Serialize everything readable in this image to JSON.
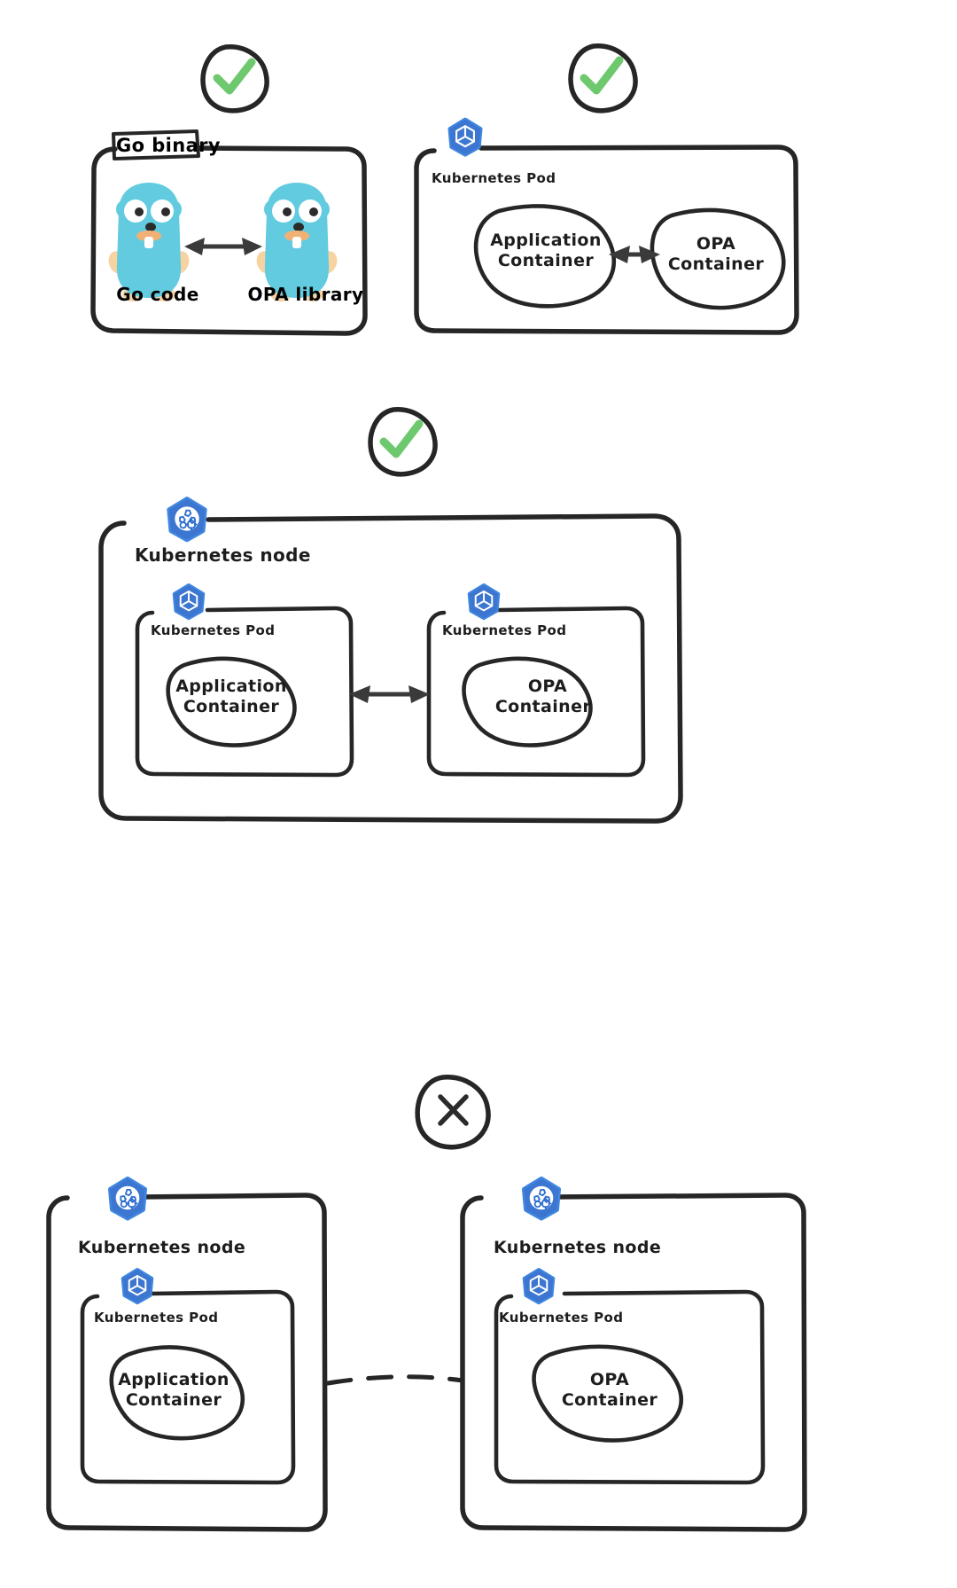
{
  "diagram": {
    "title": "OPA deployment topologies",
    "type": "hand-drawn-architecture-diagram",
    "colors": {
      "ink": "#262626",
      "check_green": "#6ec96e",
      "kubernetes_blue": "#3f86e0",
      "gopher_blue": "#62cbe0",
      "gopher_limb": "#f6d3a1"
    }
  },
  "panels": [
    {
      "id": "go-library",
      "verdict": "check",
      "verdict_icon": "check-circle-icon",
      "tag": "Go binary",
      "nodes": [
        {
          "label": "Go code",
          "icon": "go-gopher-icon"
        },
        {
          "label": "OPA library",
          "icon": "go-gopher-icon"
        }
      ],
      "connector": "double-arrow"
    },
    {
      "id": "sidecar-same-pod",
      "verdict": "check",
      "verdict_icon": "check-circle-icon",
      "outer": {
        "label": "Kubernetes Pod",
        "icon": "kubernetes-pod-icon"
      },
      "containers": [
        {
          "label_line1": "Application",
          "label_line2": "Container"
        },
        {
          "label_line1": "OPA",
          "label_line2": "Container"
        }
      ],
      "connector": "double-arrow"
    },
    {
      "id": "same-node-two-pods",
      "verdict": "check",
      "verdict_icon": "check-circle-icon",
      "outer": {
        "label": "Kubernetes node",
        "icon": "kubernetes-node-icon"
      },
      "pods": [
        {
          "label": "Kubernetes Pod",
          "icon": "kubernetes-pod-icon",
          "container": {
            "label_line1": "Application",
            "label_line2": "Container"
          }
        },
        {
          "label": "Kubernetes Pod",
          "icon": "kubernetes-pod-icon",
          "container": {
            "label_line1": "OPA",
            "label_line2": "Container"
          }
        }
      ],
      "connector": "double-arrow"
    },
    {
      "id": "separate-nodes",
      "verdict": "cross",
      "verdict_icon": "x-circle-icon",
      "nodes": [
        {
          "label": "Kubernetes node",
          "icon": "kubernetes-node-icon",
          "pod": {
            "label": "Kubernetes Pod",
            "icon": "kubernetes-pod-icon",
            "container": {
              "label_line1": "Application",
              "label_line2": "Container"
            }
          }
        },
        {
          "label": "Kubernetes node",
          "icon": "kubernetes-node-icon",
          "pod": {
            "label": "Kubernetes Pod",
            "icon": "kubernetes-pod-icon",
            "container": {
              "label_line1": "OPA",
              "label_line2": "Container"
            }
          }
        }
      ],
      "connector": "dashed-line"
    }
  ],
  "labels": {
    "go_binary": "Go binary",
    "go_code": "Go code",
    "opa_library": "OPA library",
    "kubernetes_pod": "Kubernetes Pod",
    "kubernetes_node": "Kubernetes node",
    "application": "Application",
    "opa": "OPA",
    "container": "Container"
  }
}
